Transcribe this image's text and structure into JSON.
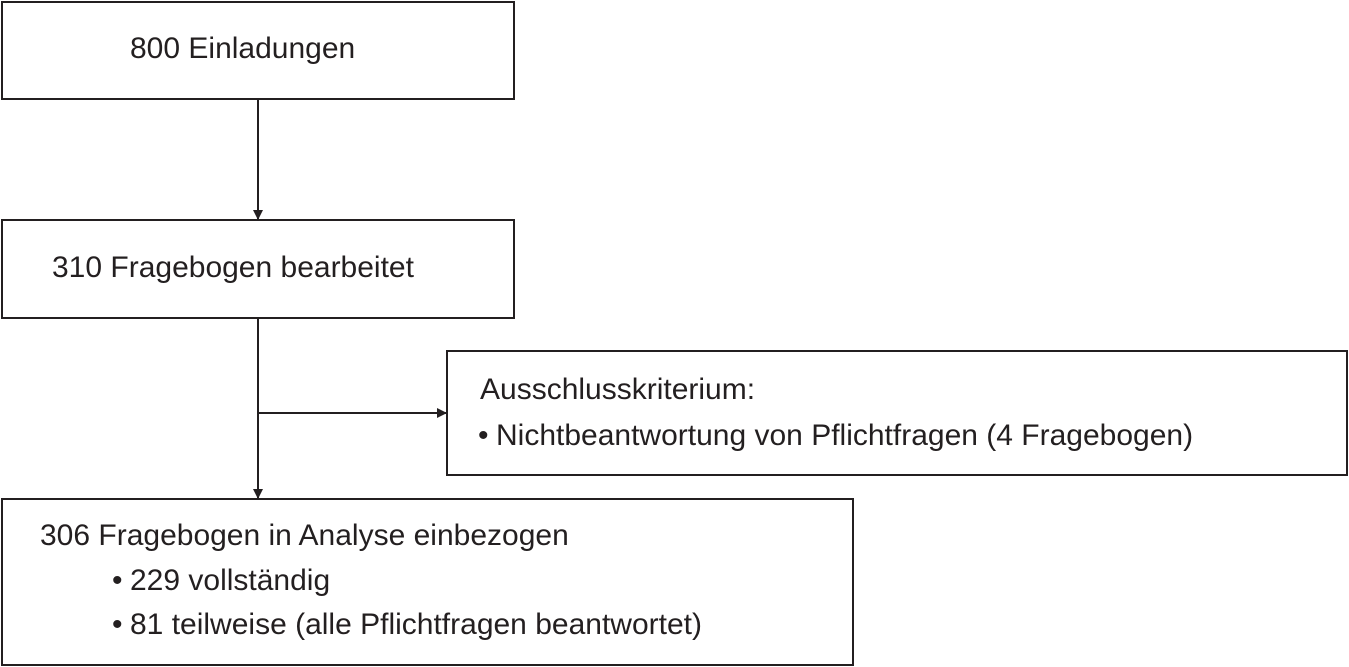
{
  "colors": {
    "line": "#231f20",
    "text": "#231f20",
    "background": "#ffffff"
  },
  "nodes": {
    "invitations": {
      "label": "800 Einladungen"
    },
    "processed": {
      "label": "310 Fragebogen bearbeitet"
    },
    "exclusion": {
      "title": "Ausschlusskriterium:",
      "bullet": "•",
      "items": [
        "Nichtbeantwortung von Pflichtfragen (4 Fragebogen)"
      ]
    },
    "analysis": {
      "title": "306 Fragebogen in Analyse einbezogen",
      "bullet": "•",
      "items": [
        "229 vollständig",
        "81 teilweise (alle Pflichtfragen beantwortet)"
      ]
    }
  }
}
